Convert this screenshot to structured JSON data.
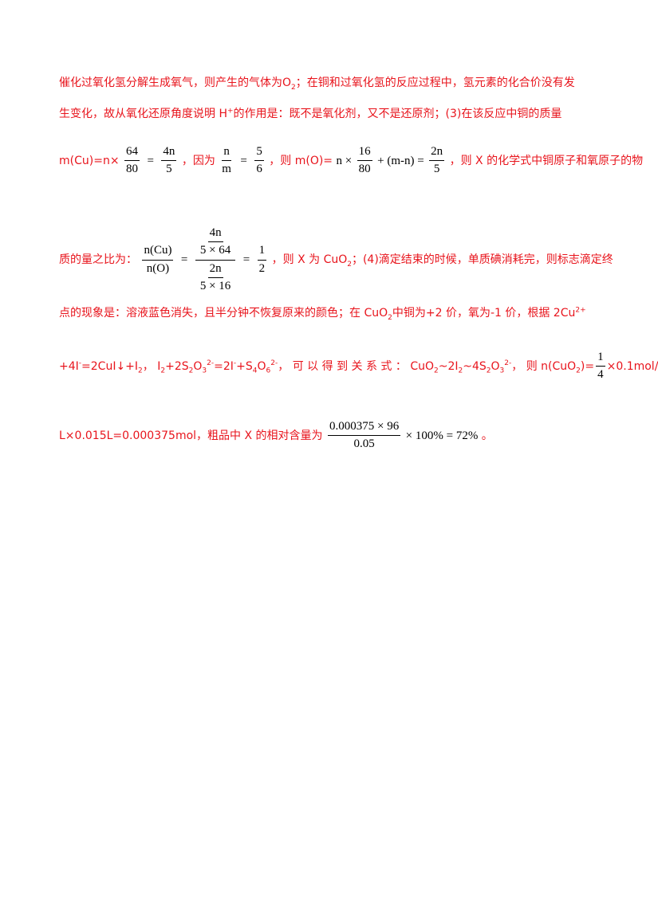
{
  "line1": {
    "a": "催化过氧化氢分解生成氧气，则产生的气体为",
    "b": "O",
    "b_sub": "2",
    "c": "；在铜和过氧化氢的反应过程中，氢元素的化合价没有发"
  },
  "line2": {
    "a": "生变化，故从氧化还原角度说明",
    "b": "H",
    "b_sup": "+",
    "c": "的作用是：既不是氧化剂，又不是还原剂；",
    "d": "(3)在该反应中铜的质量"
  },
  "line3": {
    "a": "m(Cu)=n×",
    "f1_num": "64",
    "f1_den": "80",
    "eq": "=",
    "f2_num": "4n",
    "f2_den": "5",
    "b": "，因为",
    "f3_num": "n",
    "f3_den": "m",
    "f4_num": "5",
    "f4_den": "6",
    "c": "，则 m(O)=",
    "m1": "n ×",
    "f5_num": "16",
    "f5_den": "80",
    "m2": "+ (m-n) =",
    "f6_num": "2n",
    "f6_den": "5",
    "d": "，则 X 的化学式中铜原子和氧原子的物"
  },
  "line4": {
    "a": "质的量之比为：",
    "f1_num": "n(Cu)",
    "f1_den": "n(O)",
    "inner_top_num": "4n",
    "inner_top_den": "5 × 64",
    "inner_bot_num": "2n",
    "inner_bot_den": "5 × 16",
    "f3_num": "1",
    "f3_den": "2",
    "b": "，则 X 为 CuO",
    "b_sub": "2",
    "c": "；(4)滴定结束的时候，单质碘消耗完，则标志滴定终"
  },
  "line5": {
    "a": "点的现象是：溶液蓝色消失，且半分钟不恢复原来的颜色；在 CuO",
    "a_sub": "2",
    "b": "中铜为+2 价，氧为-1 价，根据 2Cu",
    "b_sup": "2+"
  },
  "line6": {
    "a": "+4I",
    "a_sup": "-",
    "b": "=2CuI↓+I",
    "b_sub": "2",
    "c": "，  I",
    "c_sub": "2",
    "d": "+2S",
    "d_sub": "2",
    "e": "O",
    "e_sub": "3",
    "e_sup": "2-",
    "f": "=2I",
    "f_sup": "-",
    "g": "+S",
    "g_sub": "4",
    "h": "O",
    "h_sub": "6",
    "h_sup": "2-",
    "i": "，  可 以 得 到 关 系 式 ：",
    "j": "CuO",
    "j_sub": "2",
    "k": "~2I",
    "k_sub": "2",
    "l": "~4S",
    "l_sub": "2",
    "m": "O",
    "m_sub": "3",
    "m_sup": "2-",
    "n": "，   则  n(CuO",
    "n_sub": "2",
    "o": ")=",
    "fr_num": "1",
    "fr_den": "4",
    "p": "×0.1mol/"
  },
  "line7": {
    "a": "L×0.015L=0.000375mol，粗品中 X 的相对含量为",
    "f_num": "0.000375 × 96",
    "f_den": "0.05",
    "m": "× 100% = 72%",
    "b": "。"
  }
}
